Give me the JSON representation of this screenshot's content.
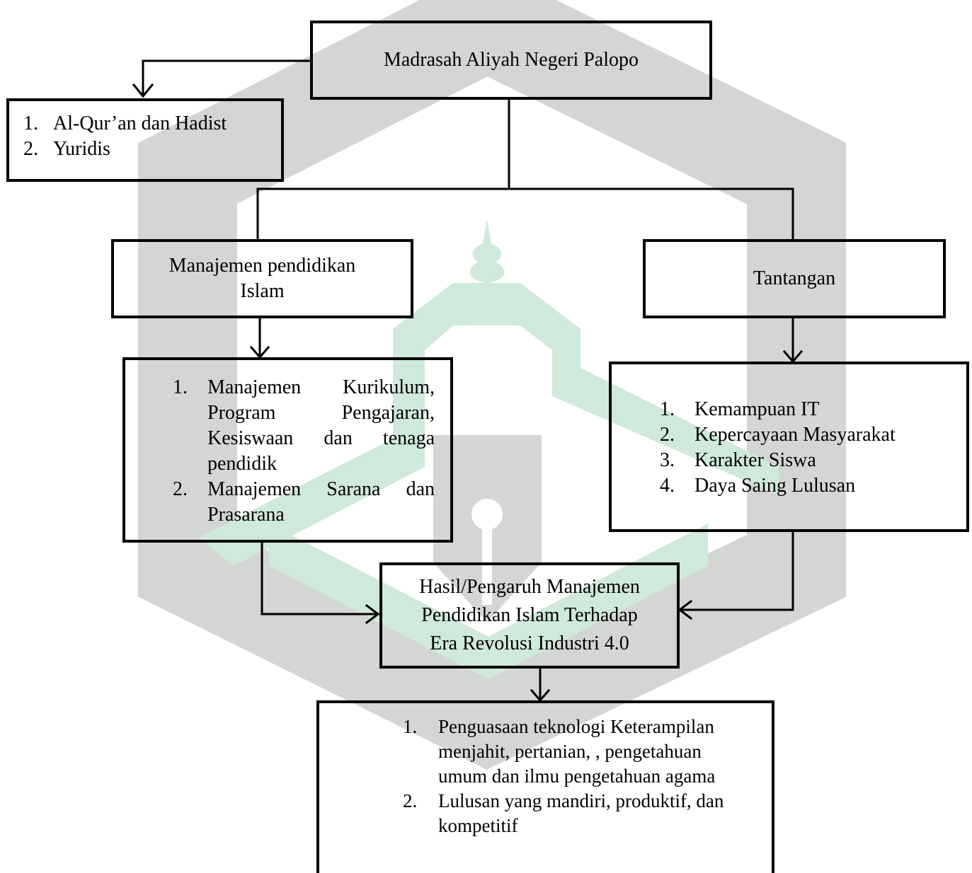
{
  "nodes": {
    "root": {
      "label": "Madrasah Aliyah Negeri Palopo"
    },
    "foundation": {
      "items": [
        {
          "num": "1.",
          "text": "Al-Qur’an dan Hadist"
        },
        {
          "num": "2.",
          "text": "Yuridis"
        }
      ]
    },
    "management": {
      "line1": "Manajemen pendidikan",
      "line2": "Islam"
    },
    "challenges": {
      "label": "Tantangan"
    },
    "management_items": {
      "items": [
        {
          "num": "1.",
          "text": "Manajemen Kurikulum, Program Pengajaran, Kesiswaan dan tenaga pendidik"
        },
        {
          "num": "2.",
          "text": "Manajemen Sarana dan Prasarana"
        }
      ]
    },
    "challenge_items": {
      "items": [
        {
          "num": "1.",
          "text": "Kemampuan IT"
        },
        {
          "num": "2.",
          "text": "Kepercayaan Masyarakat"
        },
        {
          "num": "3.",
          "text": "Karakter Siswa"
        },
        {
          "num": "4.",
          "text": "Daya Saing Lulusan"
        }
      ]
    },
    "result": {
      "line1": "Hasil/Pengaruh Manajemen",
      "line2": "Pendidikan Islam Terhadap",
      "line3": "Era Revolusi Industri 4.0"
    },
    "outcomes": {
      "items": [
        {
          "num": "1.",
          "text": "Penguasaan teknologi Keterampilan menjahit, pertanian, , pengetahuan umum dan ilmu pengetahuan agama"
        },
        {
          "num": "2.",
          "text": "Lulusan yang mandiri, produktif, dan kompetitif"
        }
      ]
    }
  },
  "colors": {
    "line": "#000000",
    "watermark_gray": "#d3d6d3",
    "watermark_green": "#cfe9da"
  }
}
